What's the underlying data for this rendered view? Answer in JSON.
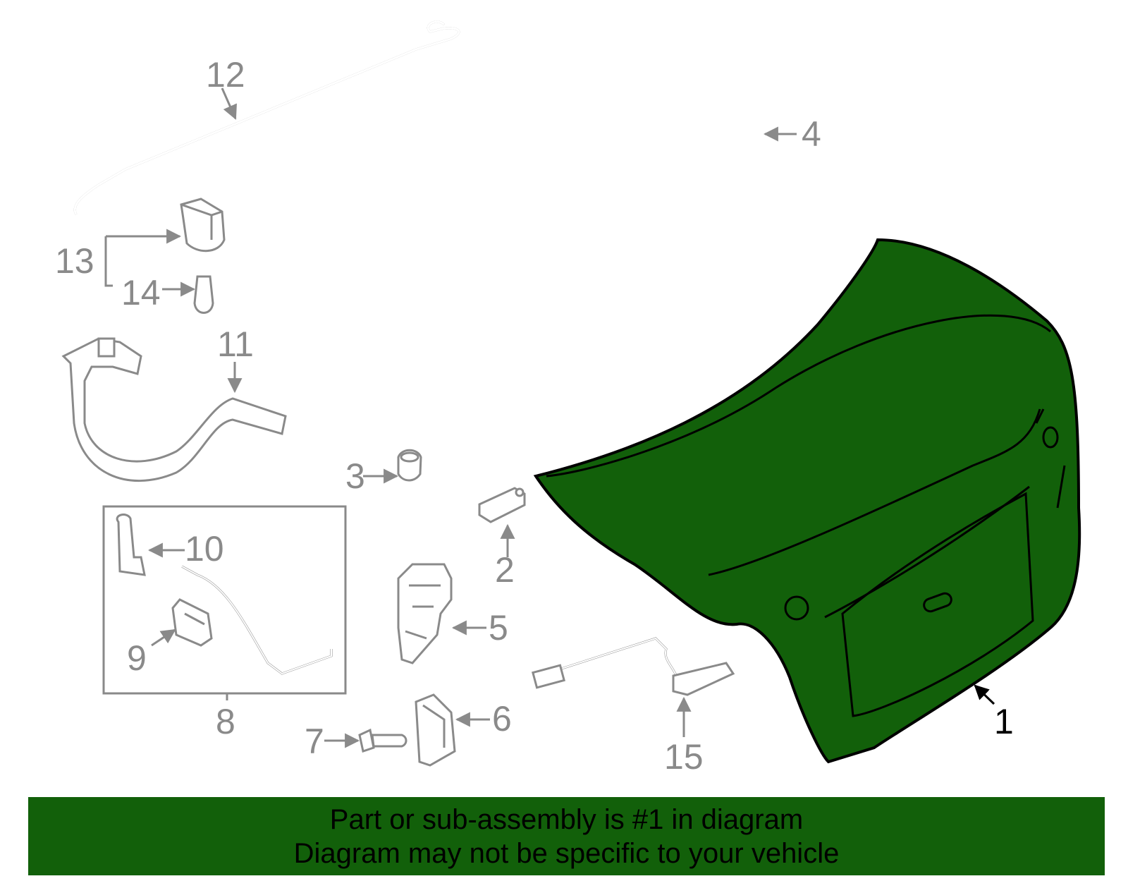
{
  "colors": {
    "highlight": "#12600a",
    "part_line": "#8a8a8a",
    "banner_bg": "#12600a"
  },
  "callouts": {
    "c1": "1",
    "c2": "2",
    "c3": "3",
    "c4": "4",
    "c5": "5",
    "c6": "6",
    "c7": "7",
    "c8": "8",
    "c9": "9",
    "c10": "10",
    "c11": "11",
    "c12": "12",
    "c13": "13",
    "c14": "14",
    "c15": "15"
  },
  "highlighted_part": "1",
  "banner": {
    "line1": "Part or sub-assembly is #1 in diagram",
    "line2": "Diagram may not be specific to your vehicle"
  }
}
